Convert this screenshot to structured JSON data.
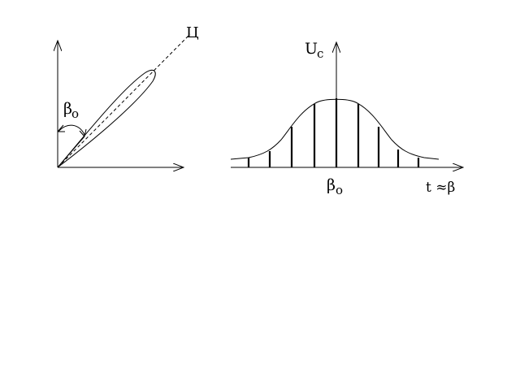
{
  "labels": {
    "target": "Ц",
    "beta_left": "β",
    "beta_left_sub": "o",
    "signal": "U",
    "signal_sub": "c",
    "beta_center": "β",
    "beta_center_sub": "o",
    "time_axis": "t ≈β"
  },
  "colors": {
    "ink": "#000000",
    "background": "#ffffff"
  }
}
